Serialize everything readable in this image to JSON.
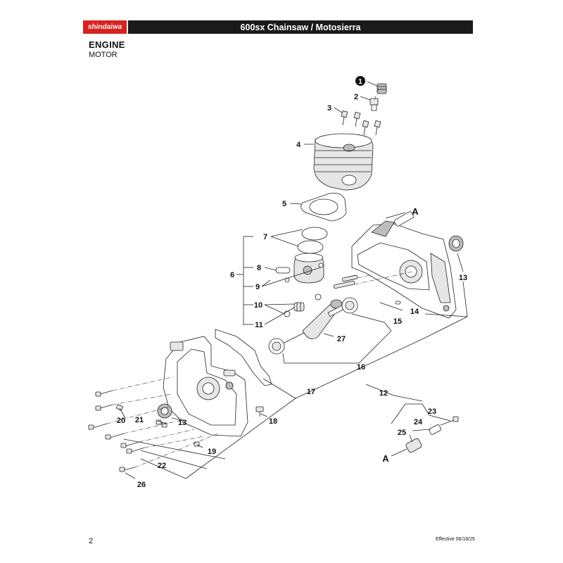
{
  "header": {
    "brand": "shindaiwa",
    "title": "600sx Chainsaw / Motosierra",
    "brand_color": "#d9211f",
    "bar_color": "#1a1a1a"
  },
  "section": {
    "title": "ENGINE",
    "subtitle": "MOTOR"
  },
  "callouts": [
    "1",
    "2",
    "3",
    "4",
    "5",
    "6",
    "7",
    "8",
    "9",
    "10",
    "11",
    "12",
    "13",
    "13",
    "14",
    "15",
    "16",
    "17",
    "18",
    "19",
    "20",
    "21",
    "22",
    "23",
    "24",
    "25",
    "26",
    "27",
    "A",
    "A"
  ],
  "footer": {
    "page": "2",
    "effective": "Effective 06/18/25"
  }
}
